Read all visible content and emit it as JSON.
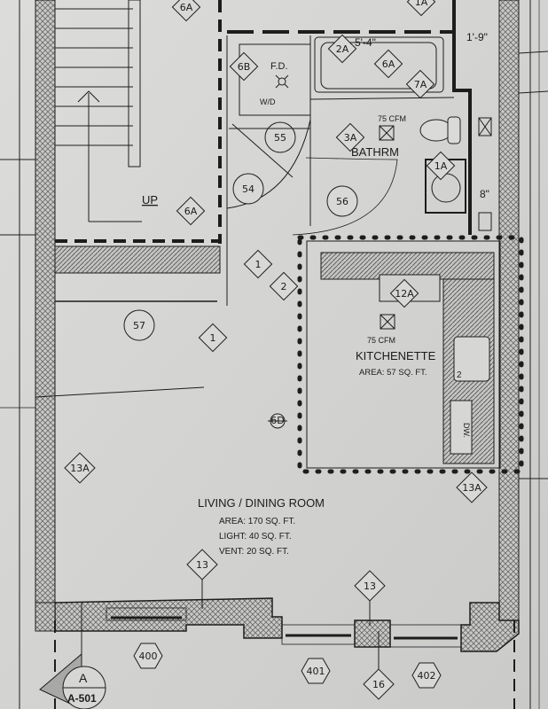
{
  "colors": {
    "paper": "#d9d9d6",
    "ink": "#1d1d1d",
    "hatch": "#6a6a6a"
  },
  "rooms": {
    "bath": {
      "name": "BATHRM",
      "fan": "75 CFM"
    },
    "closet": {
      "drain": "F.D.",
      "appliance": "W/D"
    },
    "stair": {
      "direction": "UP"
    },
    "kitchen": {
      "name": "KITCHENETTE",
      "area": "AREA: 57 SQ. FT.",
      "fan": "75 CFM",
      "dishwasher": "DW.",
      "sink_tag": "2"
    },
    "living": {
      "name": "LIVING / DINING ROOM",
      "area": "AREA: 170 SQ. FT.",
      "light": "LIGHT: 40 SQ. FT.",
      "vent": "VENT:  20 SQ. FT."
    }
  },
  "dimensions": {
    "tub_width": "5'-4\"",
    "right_chase": "1'-9\"",
    "wall": "8\""
  },
  "wall_tags": [
    "6A",
    "6B",
    "2A",
    "6A",
    "7A",
    "1A",
    "3A",
    "1A",
    "6A",
    "1",
    "2",
    "1",
    "12A",
    "13A",
    "13A",
    "13",
    "13",
    "16"
  ],
  "door_tags": [
    "55",
    "54",
    "56",
    "57"
  ],
  "detail_tag": "6D",
  "window_tags": [
    "400",
    "401",
    "402"
  ],
  "section_marker": {
    "letter": "A",
    "sheet": "A-501"
  }
}
